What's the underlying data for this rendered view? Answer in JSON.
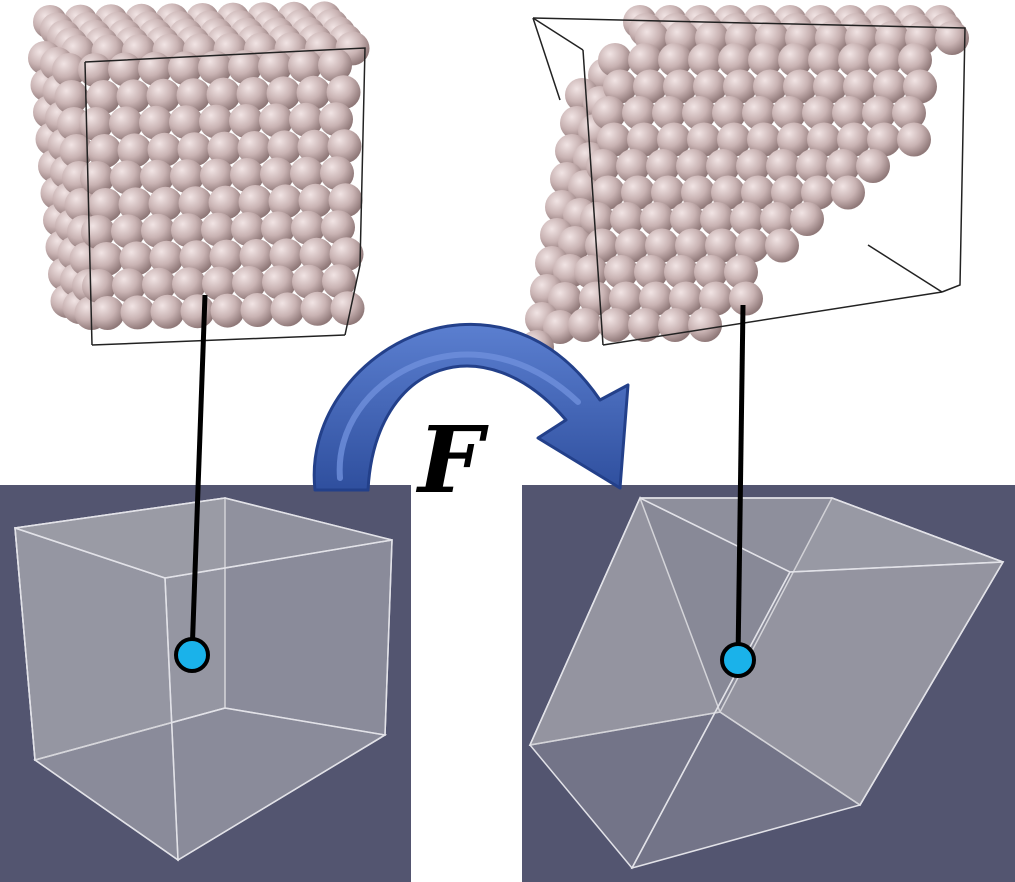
{
  "diagram": {
    "transform_label": "F",
    "colors": {
      "atom": "#c9b3b3",
      "atom_highlight": "#f1e4e4",
      "atom_shadow": "#8f7878",
      "panel_bg": "#535570",
      "cube_face": "#b8b8bc",
      "cube_edge": "#e2e2e8",
      "arrow": "#3f62b4",
      "arrow_dark": "#23408a",
      "marker": "#1ab2ea",
      "connector": "#000000",
      "box_edge": "#222222"
    },
    "panels": [
      {
        "name": "reference-configuration",
        "shape": "cube"
      },
      {
        "name": "deformed-configuration",
        "shape": "sheared-cube"
      }
    ],
    "atom_blocks": [
      {
        "name": "reference-atom-lattice",
        "lattice": "cubic"
      },
      {
        "name": "deformed-atom-lattice",
        "lattice": "sheared"
      }
    ]
  }
}
